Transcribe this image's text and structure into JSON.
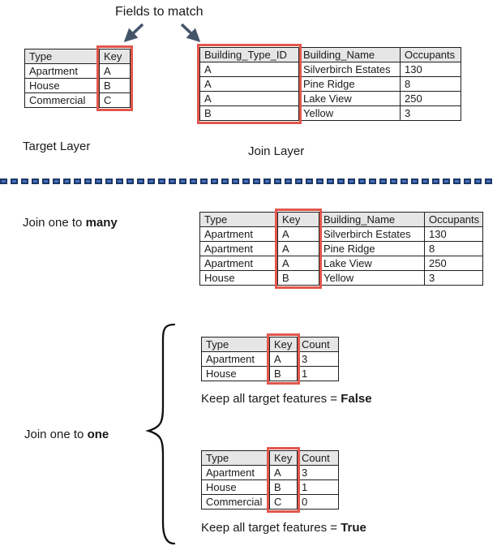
{
  "title": "Fields to match",
  "colors": {
    "highlight": "#E2574D",
    "arrow": "#44546A",
    "divider_fill": "#4472C4",
    "divider_edge": "#1F3864",
    "header_bg": "#E7E6E6"
  },
  "source": {
    "target": {
      "label": "Target Layer",
      "table": {
        "headers": [
          "Type",
          "Key"
        ],
        "key_col": 1,
        "rows": [
          [
            "Apartment",
            "A"
          ],
          [
            "House",
            "B"
          ],
          [
            "Commercial",
            "C"
          ]
        ]
      }
    },
    "join": {
      "label": "Join Layer",
      "table": {
        "headers": [
          "Building_Type_ID",
          "Building_Name",
          "Occupants"
        ],
        "key_col": 0,
        "rows": [
          [
            "A",
            "Silverbirch Estates",
            "130"
          ],
          [
            "A",
            "Pine Ridge",
            "8"
          ],
          [
            "A",
            "Lake View",
            "250"
          ],
          [
            "B",
            "Yellow",
            "3"
          ]
        ]
      }
    }
  },
  "one_to_many": {
    "label_prefix": "Join one to ",
    "label_bold": "many",
    "table": {
      "headers": [
        "Type",
        "Key",
        "Building_Name",
        "Occupants"
      ],
      "key_col": 1,
      "rows": [
        [
          "Apartment",
          "A",
          "Silverbirch Estates",
          "130"
        ],
        [
          "Apartment",
          "A",
          "Pine Ridge",
          "8"
        ],
        [
          "Apartment",
          "A",
          "Lake View",
          "250"
        ],
        [
          "House",
          "B",
          "Yellow",
          "3"
        ]
      ]
    }
  },
  "one_to_one": {
    "label_prefix": "Join one to ",
    "label_bold": "one",
    "keep_false": {
      "caption_prefix": "Keep all target features = ",
      "caption_bold": "False",
      "table": {
        "headers": [
          "Type",
          "Key",
          "Count"
        ],
        "key_col": 1,
        "rows": [
          [
            "Apartment",
            "A",
            "3"
          ],
          [
            "House",
            "B",
            "1"
          ]
        ]
      }
    },
    "keep_true": {
      "caption_prefix": "Keep all target features = ",
      "caption_bold": "True",
      "table": {
        "headers": [
          "Type",
          "Key",
          "Count"
        ],
        "key_col": 1,
        "rows": [
          [
            "Apartment",
            "A",
            "3"
          ],
          [
            "House",
            "B",
            "1"
          ],
          [
            "Commercial",
            "C",
            "0"
          ]
        ]
      }
    }
  }
}
